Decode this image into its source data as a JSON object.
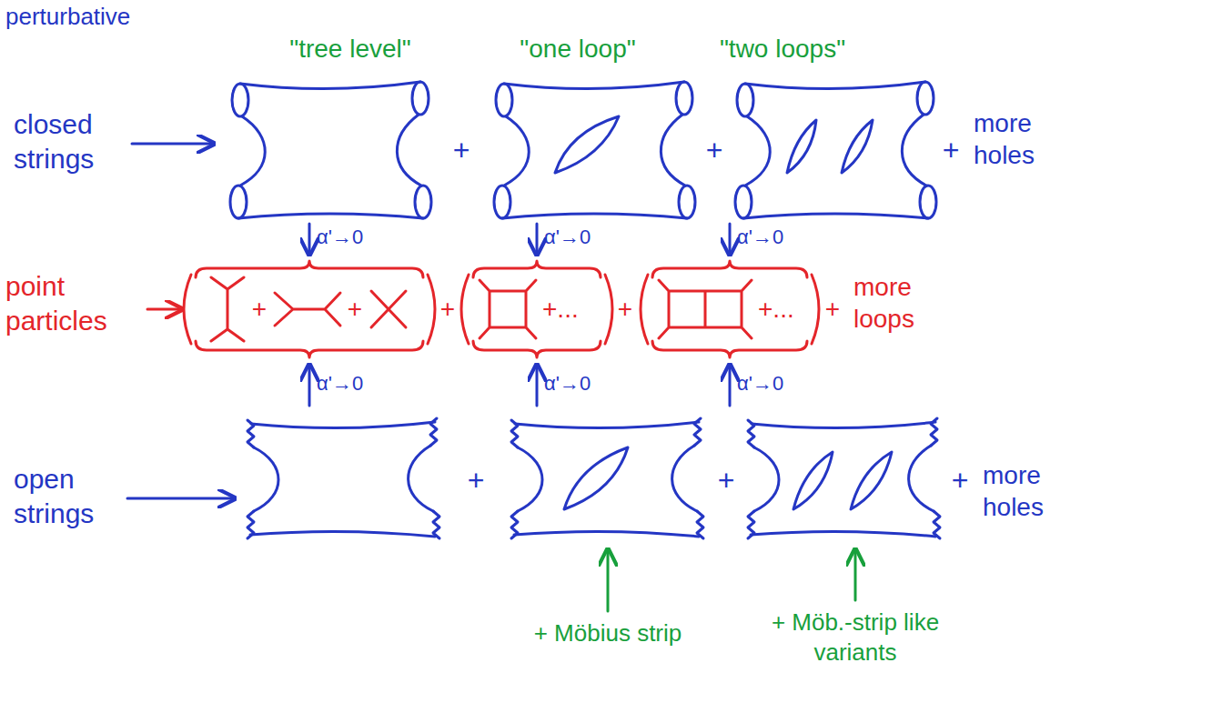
{
  "diagram": {
    "labels": [
      "perturbative",
      "\"tree level\"",
      "\"one loop\"",
      "\"two loops\"",
      "closed strings",
      "+",
      "+",
      "+",
      "more holes",
      "α'→0",
      "α'→0",
      "α'→0",
      "point particles",
      "+",
      "+",
      "+",
      "+...",
      "+",
      "+...",
      "+",
      "more loops",
      "α'→0",
      "α'→0",
      "α'→0",
      "open strings",
      "+",
      "+",
      "+",
      "more holes",
      "+ Möbius strip",
      "+ Möb.-strip like variants"
    ]
  }
}
